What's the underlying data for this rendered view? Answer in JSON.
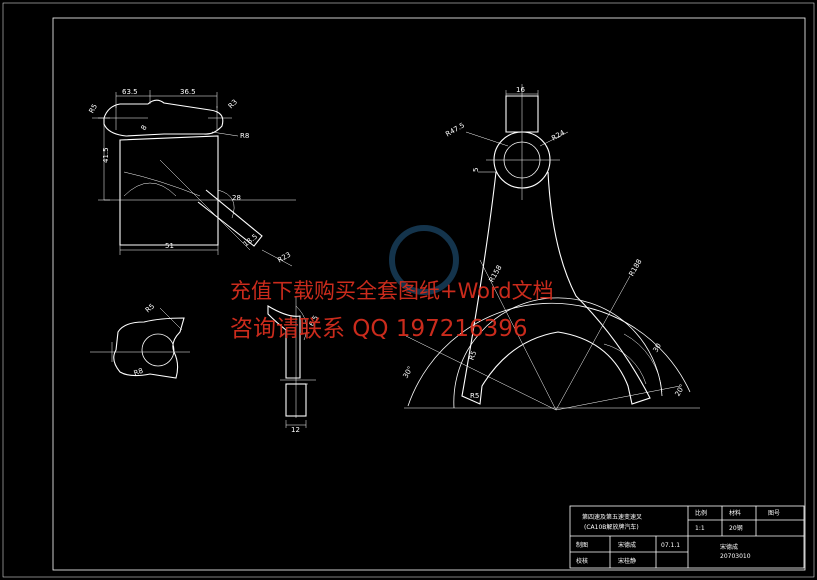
{
  "dimensions": {
    "top_left_width": "63.5",
    "top_right_width": "36.5",
    "left_r": "R5",
    "left_r2": "R8",
    "right_r": "R3",
    "small_dim": "8",
    "vertical_height": "41.5",
    "bottom_width": "51",
    "angle": "28",
    "slant_len": "18.5",
    "r_arc": "R23",
    "detail_r_top": "R5",
    "detail_r_bottom": "R8",
    "stem_dim": "6.5",
    "stem_width": "12",
    "fork_top_width": "16",
    "fork_r_left": "R47.5",
    "fork_r_right": "R24",
    "fork_small": "5",
    "fork_r_large": "R188",
    "fork_r_mid": "R158",
    "fork_angle_top": "30",
    "fork_angle_left": "30°",
    "fork_angle_right": "20°",
    "fork_r_small": "R5",
    "fork_r_small2": "R5"
  },
  "watermark": {
    "line1": "充值下载购买全套图纸+Word文档",
    "line2": "咨询请联系 QQ 197216396"
  },
  "title_block": {
    "part_name_line1": "第四速及第五速变速叉",
    "part_name_line2": "(CA10B解放牌汽车)",
    "ratio_label": "比例",
    "ratio_value": "1:1",
    "material_label": "材料",
    "material_value": "20钢",
    "drawing_no_label": "图号",
    "drafter_label": "制图",
    "drafter_name": "宋德成",
    "date": "07.1.1",
    "checker_label": "校核",
    "checker_name": "宋桂静",
    "school_name": "宋德成",
    "student_no": "20703010"
  }
}
